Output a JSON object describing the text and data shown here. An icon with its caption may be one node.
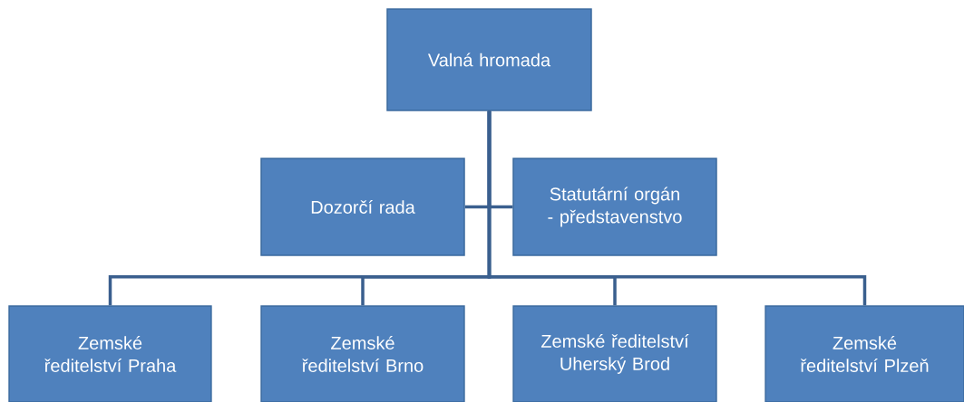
{
  "diagram": {
    "nodes": [
      {
        "text": [
          "Valná hromada"
        ]
      },
      {
        "text": [
          "Dozorčí rada"
        ]
      },
      {
        "text": [
          "Statutární orgán - představenstvo"
        ]
      },
      {
        "text": [
          "Zemské ředitelství Praha"
        ]
      },
      {
        "text": [
          "Zemské ředitelství Brno"
        ]
      },
      {
        "text": [
          "Zemské ředitelství Uherský Brod"
        ]
      },
      {
        "text": [
          "Zemské ředitelství Plzeň"
        ]
      }
    ],
    "edges": [
      {
        "from": 0,
        "to": 1,
        "arrow": "none"
      },
      {
        "from": 0,
        "to": 2,
        "arrow": "none"
      },
      {
        "from": 0,
        "to": 3,
        "arrow": "none"
      },
      {
        "from": 0,
        "to": 4,
        "arrow": "none"
      },
      {
        "from": 0,
        "to": 5,
        "arrow": "none"
      },
      {
        "from": 0,
        "to": 6,
        "arrow": "none"
      }
    ]
  }
}
